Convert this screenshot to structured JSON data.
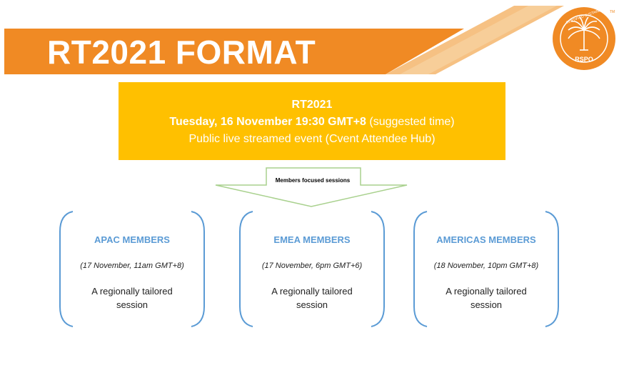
{
  "header": {
    "title": "RT2021 FORMAT",
    "banner_color": "#F08A24",
    "banner_light": "#F6B96C",
    "logo_text_top": "CERTIFIED SUSTAINABLE PALM OIL",
    "logo_text_bottom": "RSPO",
    "logo_tm": "TM",
    "logo_icon": "palm-tree-icon"
  },
  "event": {
    "name": "RT2021",
    "date_bold": "Tuesday, 16 November 19:30 GMT+8",
    "date_note": "(suggested time)",
    "description": "Public live streamed event (Cvent Attendee Hub)",
    "box_color": "#FFC000"
  },
  "arrow": {
    "label": "Members focused sessions",
    "stroke_color": "#A9D18E"
  },
  "groups": [
    {
      "title": "APAC MEMBERS",
      "date": "(17 November, 11am GMT+8)",
      "session": "A regionally tailored session"
    },
    {
      "title": "EMEA MEMBERS",
      "date": "(17 November, 6pm GMT+6)",
      "session": "A regionally tailored session"
    },
    {
      "title": "AMERICAS MEMBERS",
      "date": "(18 November, 10pm GMT+8)",
      "session": "A regionally tailored session"
    }
  ],
  "colors": {
    "group_title": "#5B9BD5",
    "bracket": "#5B9BD5"
  }
}
